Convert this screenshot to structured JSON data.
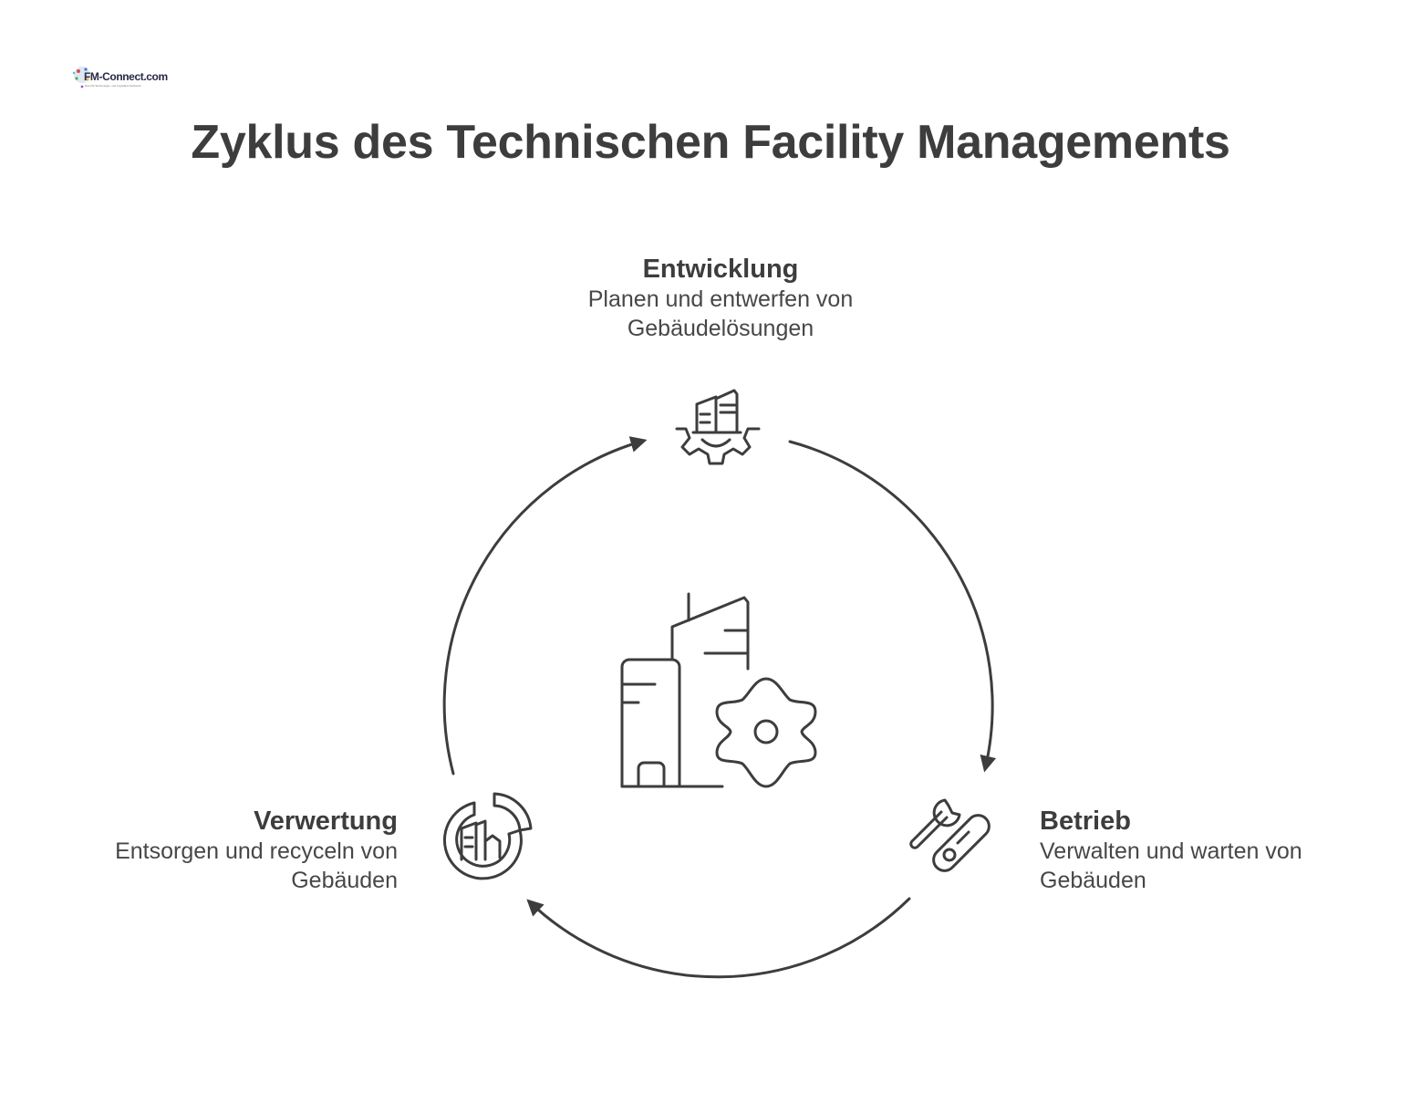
{
  "logo": {
    "text": "FM-Connect.com",
    "tagline": "Das FM Technologie- und Logistikes Netzwerk"
  },
  "title": "Zyklus des Technischen Facility Managements",
  "steps": [
    {
      "title": "Entwicklung",
      "description": "Planen und entwerfen von Gebäudelösungen",
      "icon": "building-gear-icon"
    },
    {
      "title": "Betrieb",
      "description": "Verwalten und warten von Gebäuden",
      "icon": "wrench-tools-icon"
    },
    {
      "title": "Verwertung",
      "description": "Entsorgen und recyceln von Gebäuden",
      "icon": "building-recycle-icon"
    }
  ],
  "center_icon": "buildings-gear-icon",
  "colors": {
    "stroke": "#3d3d3d",
    "text": "#3d3d3d",
    "background": "#ffffff"
  }
}
